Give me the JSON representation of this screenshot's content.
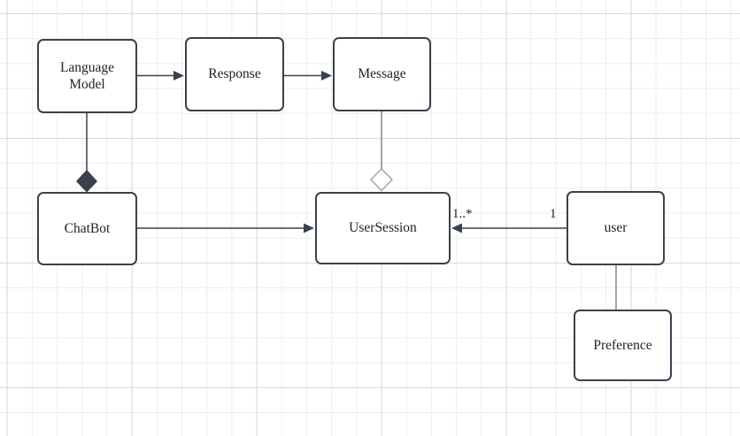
{
  "diagram": {
    "nodes": [
      {
        "id": "language-model",
        "label": "Language Model"
      },
      {
        "id": "response",
        "label": "Response"
      },
      {
        "id": "message",
        "label": "Message"
      },
      {
        "id": "chatbot",
        "label": "ChatBot"
      },
      {
        "id": "usersession",
        "label": "UserSession"
      },
      {
        "id": "user",
        "label": "user"
      },
      {
        "id": "preference",
        "label": "Preference"
      }
    ],
    "edge_labels": {
      "usersession_multiplicity": "1..*",
      "user_multiplicity": "1"
    },
    "colors": {
      "stroke_dark": "#3a414e",
      "stroke_gray": "#a2a5a9",
      "node_fill": "#ffffff",
      "text": "#1d2129",
      "grid_minor": "#ededee",
      "grid_major": "#d9dadb"
    }
  }
}
